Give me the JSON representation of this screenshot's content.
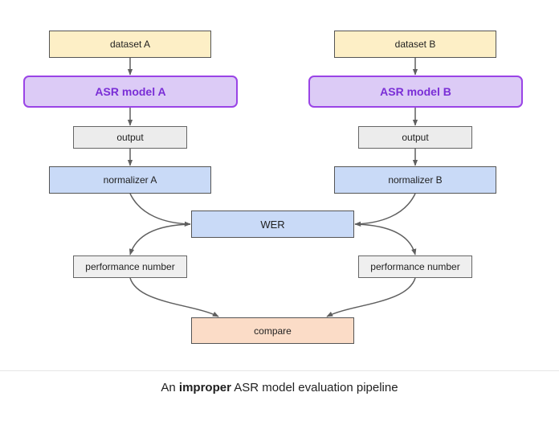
{
  "diagram": {
    "left": {
      "dataset": "dataset A",
      "model": "ASR model A",
      "output": "output",
      "normalizer": "normalizer A",
      "performance": "performance number"
    },
    "right": {
      "dataset": "dataset B",
      "model": "ASR model B",
      "output": "output",
      "normalizer": "normalizer B",
      "performance": "performance number"
    },
    "wer": "WER",
    "compare": "compare",
    "edge_color": "#5f5f5f"
  },
  "caption": {
    "prefix": "An ",
    "emphasis": "improper",
    "suffix": " ASR model evaluation pipeline"
  }
}
